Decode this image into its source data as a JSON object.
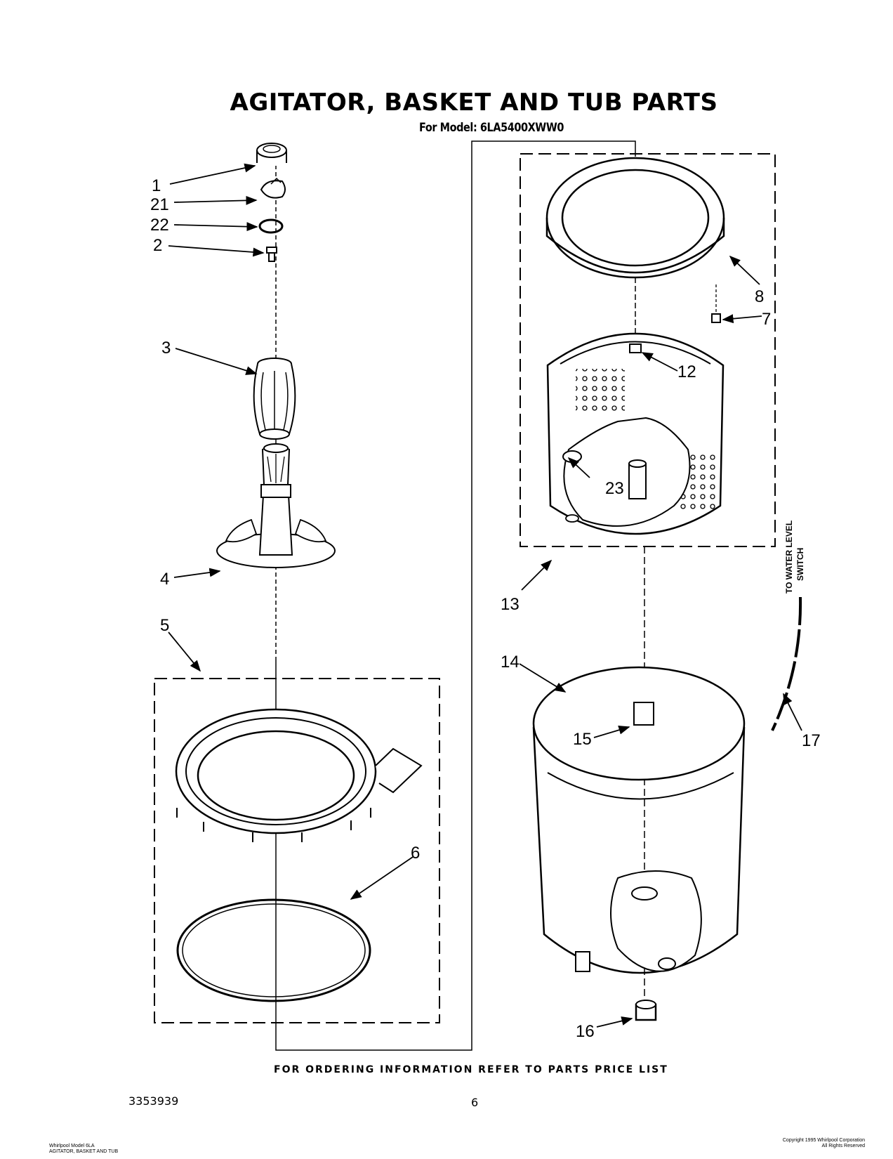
{
  "header": {
    "title": "AGITATOR, BASKET AND TUB PARTS",
    "model_line": "For Model: 6LA5400XWW0"
  },
  "footer": {
    "ordering_info": "FOR ORDERING INFORMATION REFER TO PARTS PRICE LIST",
    "doc_number": "3353939",
    "page_number": "6"
  },
  "callouts": {
    "p1": "1",
    "p21": "21",
    "p22": "22",
    "p2": "2",
    "p3": "3",
    "p4": "4",
    "p5": "5",
    "p6": "6",
    "p7": "7",
    "p8": "8",
    "p12": "12",
    "p13": "13",
    "p14": "14",
    "p15": "15",
    "p16": "16",
    "p17": "17",
    "p23": "23"
  },
  "side_label": {
    "line1": "TO WATER LEVEL",
    "line2": "SWITCH"
  },
  "fine_print": {
    "left_line1": "Whirlpool Model 6LA",
    "left_line2": "AGITATOR, BASKET AND TUB",
    "right_line1": "Copyright 1995 Whirlpool Corporation",
    "right_line2": "All Rights Reserved"
  }
}
